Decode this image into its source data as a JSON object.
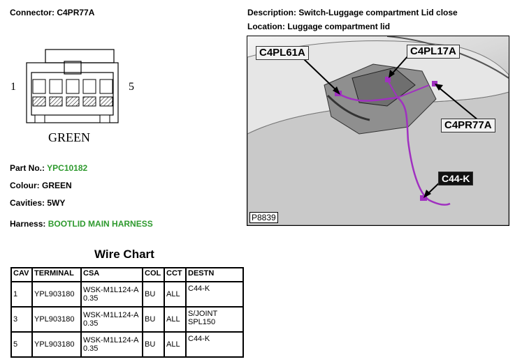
{
  "connector": {
    "label": "Connector:",
    "id": "C4PR77A",
    "pin_left": "1",
    "pin_right": "5",
    "color_name": "GREEN"
  },
  "description": {
    "label": "Description:",
    "value": "Switch-Luggage compartment Lid close"
  },
  "location": {
    "label": "Location:",
    "value": "Luggage compartment lid"
  },
  "part": {
    "part_label": "Part No.:",
    "part_value": "YPC10182",
    "colour_label": "Colour:",
    "colour_value": "GREEN",
    "cavities_label": "Cavities:",
    "cavities_value": "5WY",
    "harness_label": "Harness:",
    "harness_value": "BOOTLID MAIN HARNESS"
  },
  "wire_chart": {
    "title": "Wire Chart",
    "columns": [
      "CAV",
      "TERMINAL",
      "CSA",
      "COL",
      "CCT",
      "DESTN"
    ],
    "rows": [
      [
        "1",
        "YPL903180",
        "WSK-M1L124-A 0.35",
        "BU",
        "ALL",
        "C44-K"
      ],
      [
        "3",
        "YPL903180",
        "WSK-M1L124-A 0.35",
        "BU",
        "ALL",
        "S/JOINT SPL150"
      ],
      [
        "5",
        "YPL903180",
        "WSK-M1L124-A 0.35",
        "BU",
        "ALL",
        "C44-K"
      ]
    ]
  },
  "photo": {
    "callouts": [
      "C4PL61A",
      "C4PL17A",
      "C4PR77A",
      "C44-K"
    ],
    "code": "P8839"
  },
  "colors": {
    "green_text": "#2e9a2e",
    "harness_wire": "#a030c0"
  }
}
